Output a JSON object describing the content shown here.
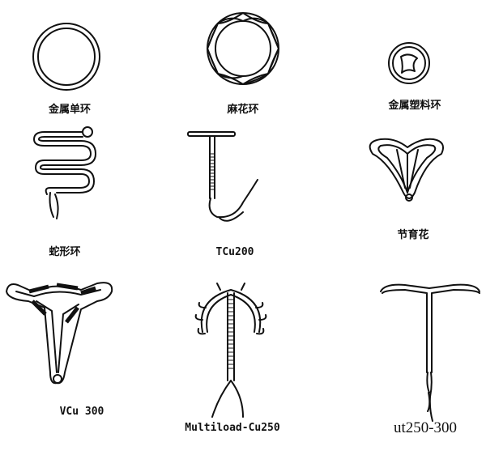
{
  "labels": {
    "metal_single_ring": "金属单环",
    "twisted_ring": "麻花环",
    "metal_plastic_ring": "金属塑料环",
    "snake_ring": "蛇形环",
    "tcu200": "TCu200",
    "flower_iud": "节育花",
    "vcu300": "VCu 300",
    "multiload": "Multiload-Cu250",
    "ut": "ut250-300"
  }
}
